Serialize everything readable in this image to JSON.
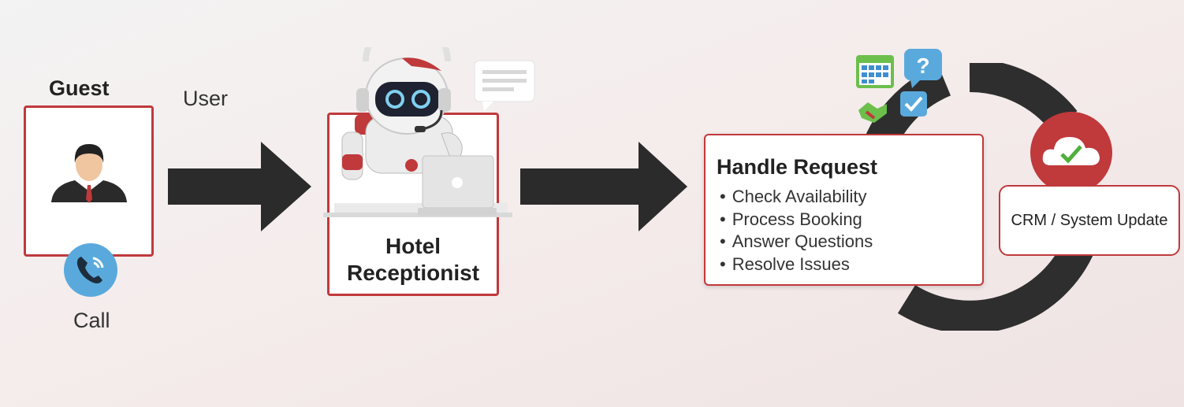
{
  "guest": {
    "title": "Guest",
    "channel_label": "Call"
  },
  "user_label": "User",
  "receptionist": {
    "line1": "Hotel",
    "line2": "Receptionist"
  },
  "handle_request": {
    "title": "Handle Request",
    "items": [
      "Check Availability",
      "Process Booking",
      "Answer Questions",
      "Resolve Issues"
    ]
  },
  "crm": {
    "label": "CRM / System Update"
  },
  "icons": [
    "person-icon",
    "phone-icon",
    "robot-icon",
    "laptop-icon",
    "chat-bubble-icon",
    "calendar-icon",
    "question-icon",
    "checkbox-icon",
    "cloud-check-icon"
  ],
  "colors": {
    "accent_red": "#c0393b",
    "arrow_dark": "#2b2b2b",
    "phone_blue": "#5aa9dc"
  }
}
